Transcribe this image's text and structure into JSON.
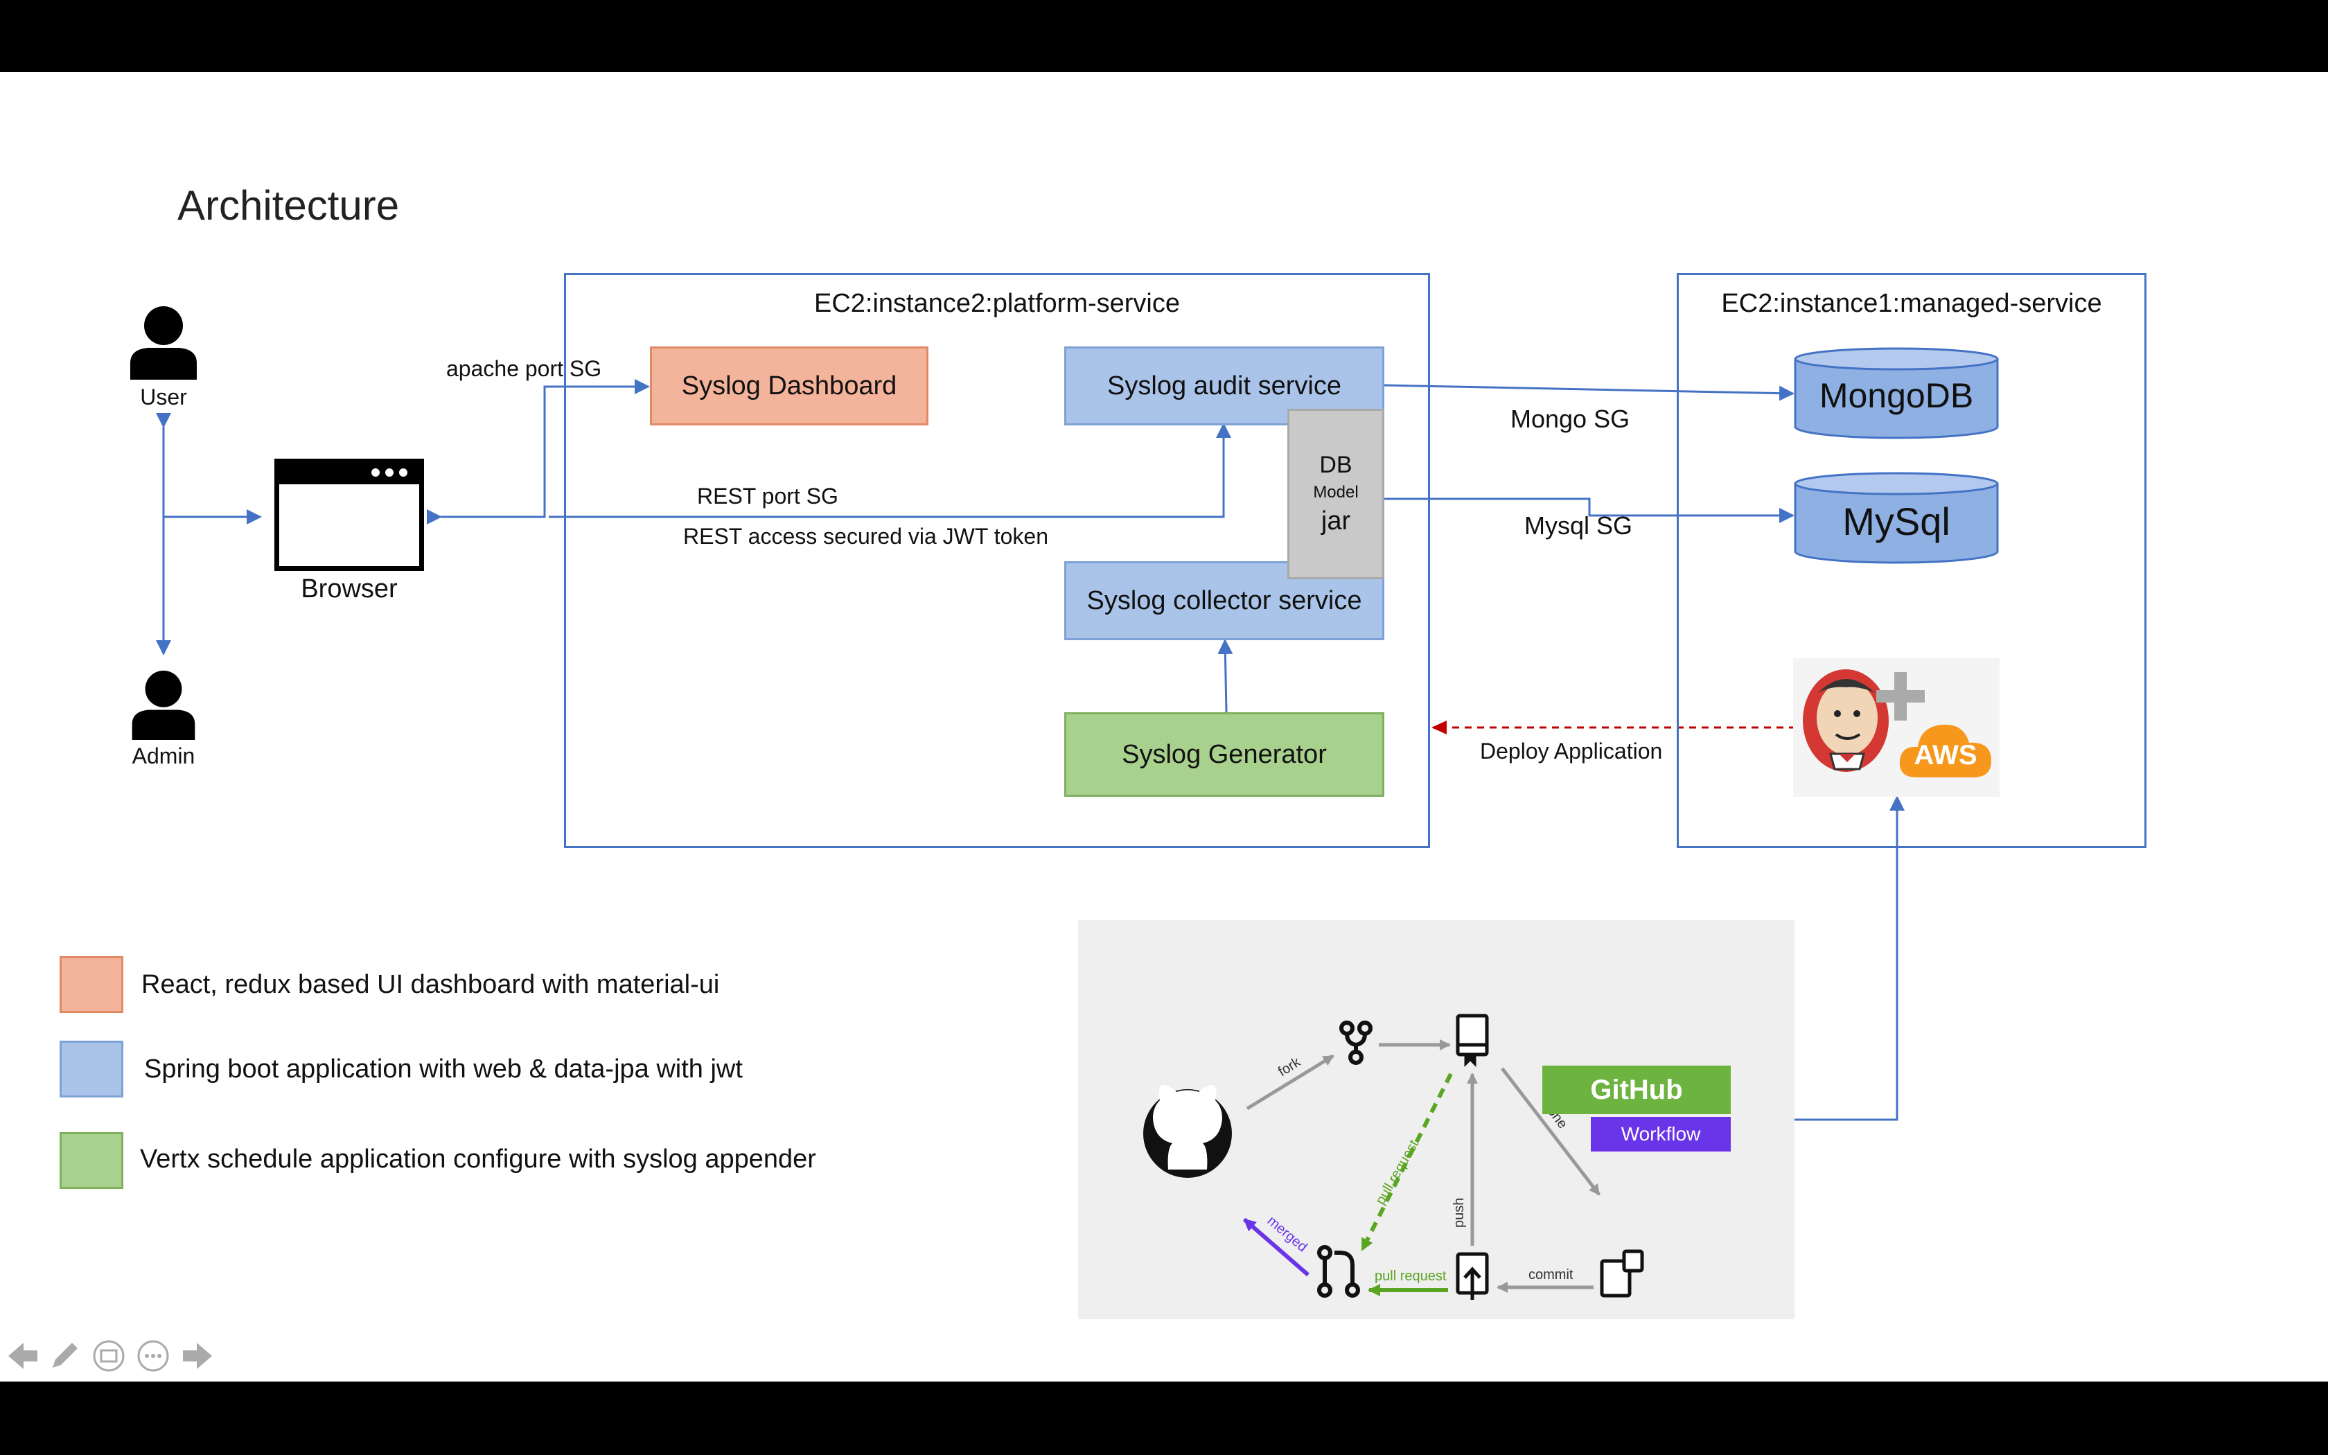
{
  "slide": {
    "title": "Architecture",
    "actors": {
      "user": "User",
      "admin": "Admin",
      "browser": "Browser"
    },
    "instance2": {
      "label": "EC2:instance2:platform-service",
      "syslog_dashboard": "Syslog Dashboard",
      "syslog_audit_service": "Syslog audit service",
      "syslog_collector_service": "Syslog collector service",
      "syslog_generator": "Syslog Generator",
      "db_model_jar": {
        "line1": "DB",
        "line2": "Model",
        "line3": "jar"
      }
    },
    "instance1": {
      "label": "EC2:instance1:managed-service",
      "mongodb": "MongoDB",
      "mysql": "MySql",
      "aws_badge": "AWS"
    },
    "connections": {
      "apache_port_sg": "apache port SG",
      "rest_port_sg": "REST port SG",
      "rest_access": "REST access secured via JWT token",
      "mongo_sg": "Mongo SG",
      "mysql_sg": "Mysql SG",
      "deploy_application": "Deploy Application"
    },
    "legend": [
      {
        "label": "React, redux based UI dashboard with material-ui",
        "color": "#f4b39b"
      },
      {
        "label": "Spring boot application with web & data-jpa  with jwt",
        "color": "#a9c4e8"
      },
      {
        "label": "Vertx schedule application configure with syslog appender",
        "color": "#a9d18e"
      }
    ],
    "github_workflow": {
      "github_label": "GitHub",
      "workflow_label": "Workflow",
      "fork": "fork",
      "pull_request_1": "pull request",
      "push": "push",
      "clone": "clone",
      "merged": "merged",
      "pull_request_2": "pull request",
      "commit": "commit"
    }
  },
  "presenter_controls": [
    "previous-arrow-icon",
    "pen-icon",
    "slides-icon",
    "more-icon",
    "next-arrow-icon"
  ],
  "colors": {
    "line_blue": "#4472c4",
    "deploy_red": "#c00000",
    "github_green": "#6db33f",
    "workflow_purple": "#6a35e8"
  }
}
